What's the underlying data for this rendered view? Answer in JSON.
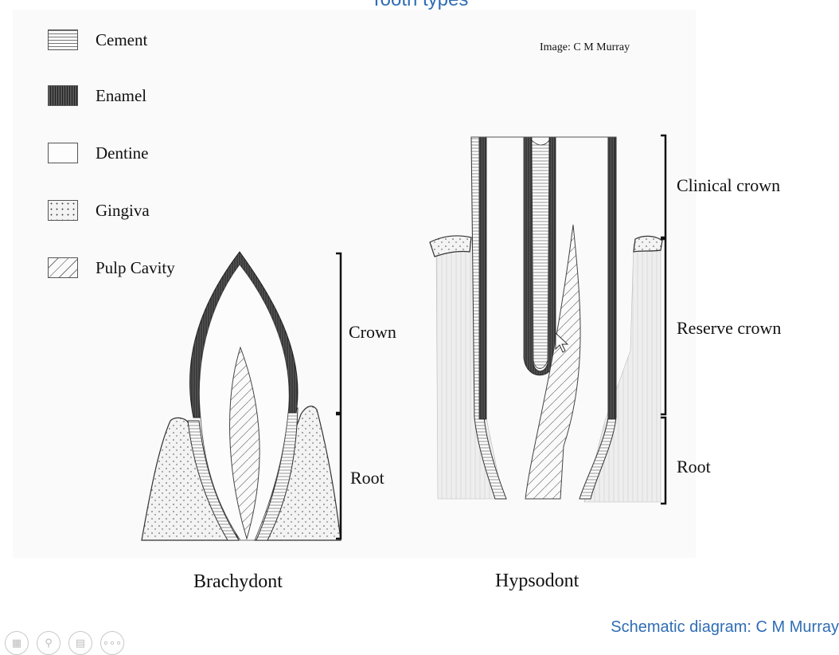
{
  "header": {
    "title": "Tooth types"
  },
  "legend": [
    {
      "label": "Cement",
      "pattern": "horizontal-lines"
    },
    {
      "label": "Enamel",
      "pattern": "dark-hatch"
    },
    {
      "label": "Dentine",
      "pattern": "plain"
    },
    {
      "label": "Gingiva",
      "pattern": "stipple"
    },
    {
      "label": "Pulp Cavity",
      "pattern": "diagonal-lines"
    }
  ],
  "image_credit": "Image: C M Murray",
  "brachydont": {
    "caption": "Brachydont",
    "crown_label": "Crown",
    "root_label": "Root"
  },
  "hypsodont": {
    "caption": "Hypsodont",
    "clinical_label": "Clinical crown",
    "reserve_label": "Reserve crown",
    "root_label": "Root"
  },
  "footer": {
    "credit": "Schematic diagram: C M Murray"
  },
  "controls": [
    {
      "icon": "slide-sorter-icon",
      "glyph": "▦"
    },
    {
      "icon": "zoom-icon",
      "glyph": "⚲"
    },
    {
      "icon": "notes-icon",
      "glyph": "▤"
    },
    {
      "icon": "more-options-icon",
      "glyph": "∘∘∘"
    }
  ],
  "colors": {
    "title": "#2f6db5",
    "ink": "#111111"
  }
}
